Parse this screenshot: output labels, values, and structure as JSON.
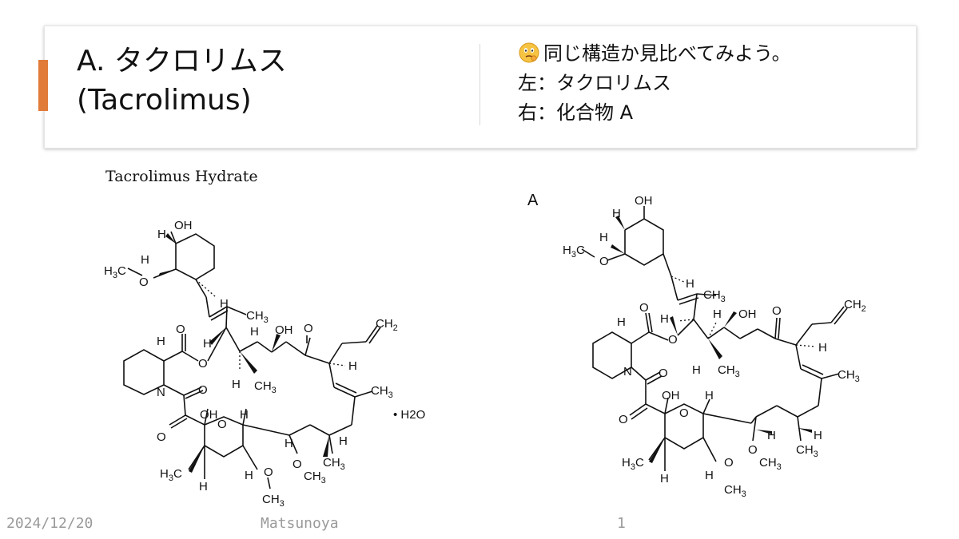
{
  "header": {
    "title_line1": "A. タクロリムス",
    "title_line2": "(Tacrolimus)",
    "note_line1": "同じ構造か見比べてみよう。",
    "note_line2": "左：タクロリムス",
    "note_line3": "右：化合物 A",
    "note_icon": "thinking-face-icon"
  },
  "left_figure": {
    "caption": "Tacrolimus Hydrate",
    "hydrate": "• H2O"
  },
  "right_figure": {
    "label": "A"
  },
  "footer": {
    "date": "2024/12/20",
    "author": "Matsunoya",
    "page": "1"
  },
  "colors": {
    "accent": "#e07b39",
    "footer_text": "#9a9a9a"
  }
}
